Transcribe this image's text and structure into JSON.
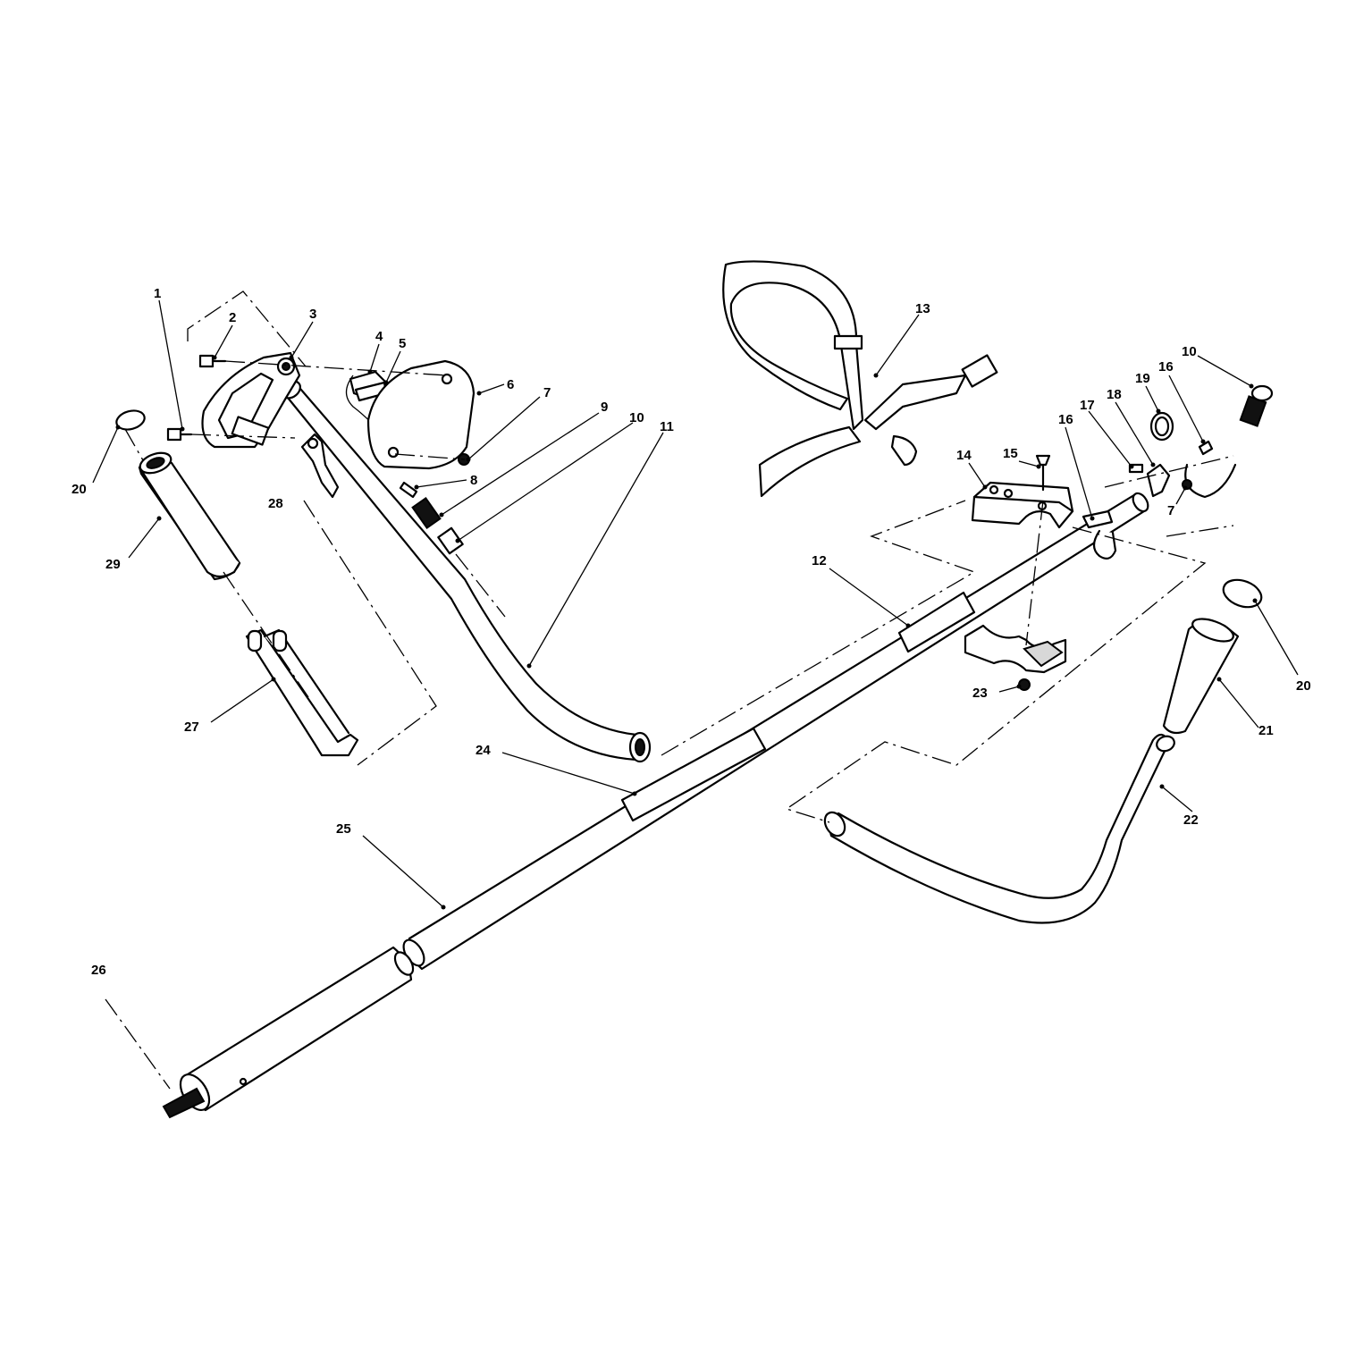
{
  "callouts": {
    "c1": "1",
    "c2": "2",
    "c3": "3",
    "c4": "4",
    "c5": "5",
    "c6": "6",
    "c7a": "7",
    "c7b": "7",
    "c8": "8",
    "c9": "9",
    "c10a": "10",
    "c10b": "10",
    "c11": "11",
    "c12": "12",
    "c13": "13",
    "c14": "14",
    "c15": "15",
    "c16a": "16",
    "c16b": "16",
    "c17": "17",
    "c18": "18",
    "c19": "19",
    "c20a": "20",
    "c20b": "20",
    "c21": "21",
    "c22": "22",
    "c23": "23",
    "c24": "24",
    "c25": "25",
    "c26": "26",
    "c27": "27",
    "c28": "28",
    "c29": "29"
  }
}
